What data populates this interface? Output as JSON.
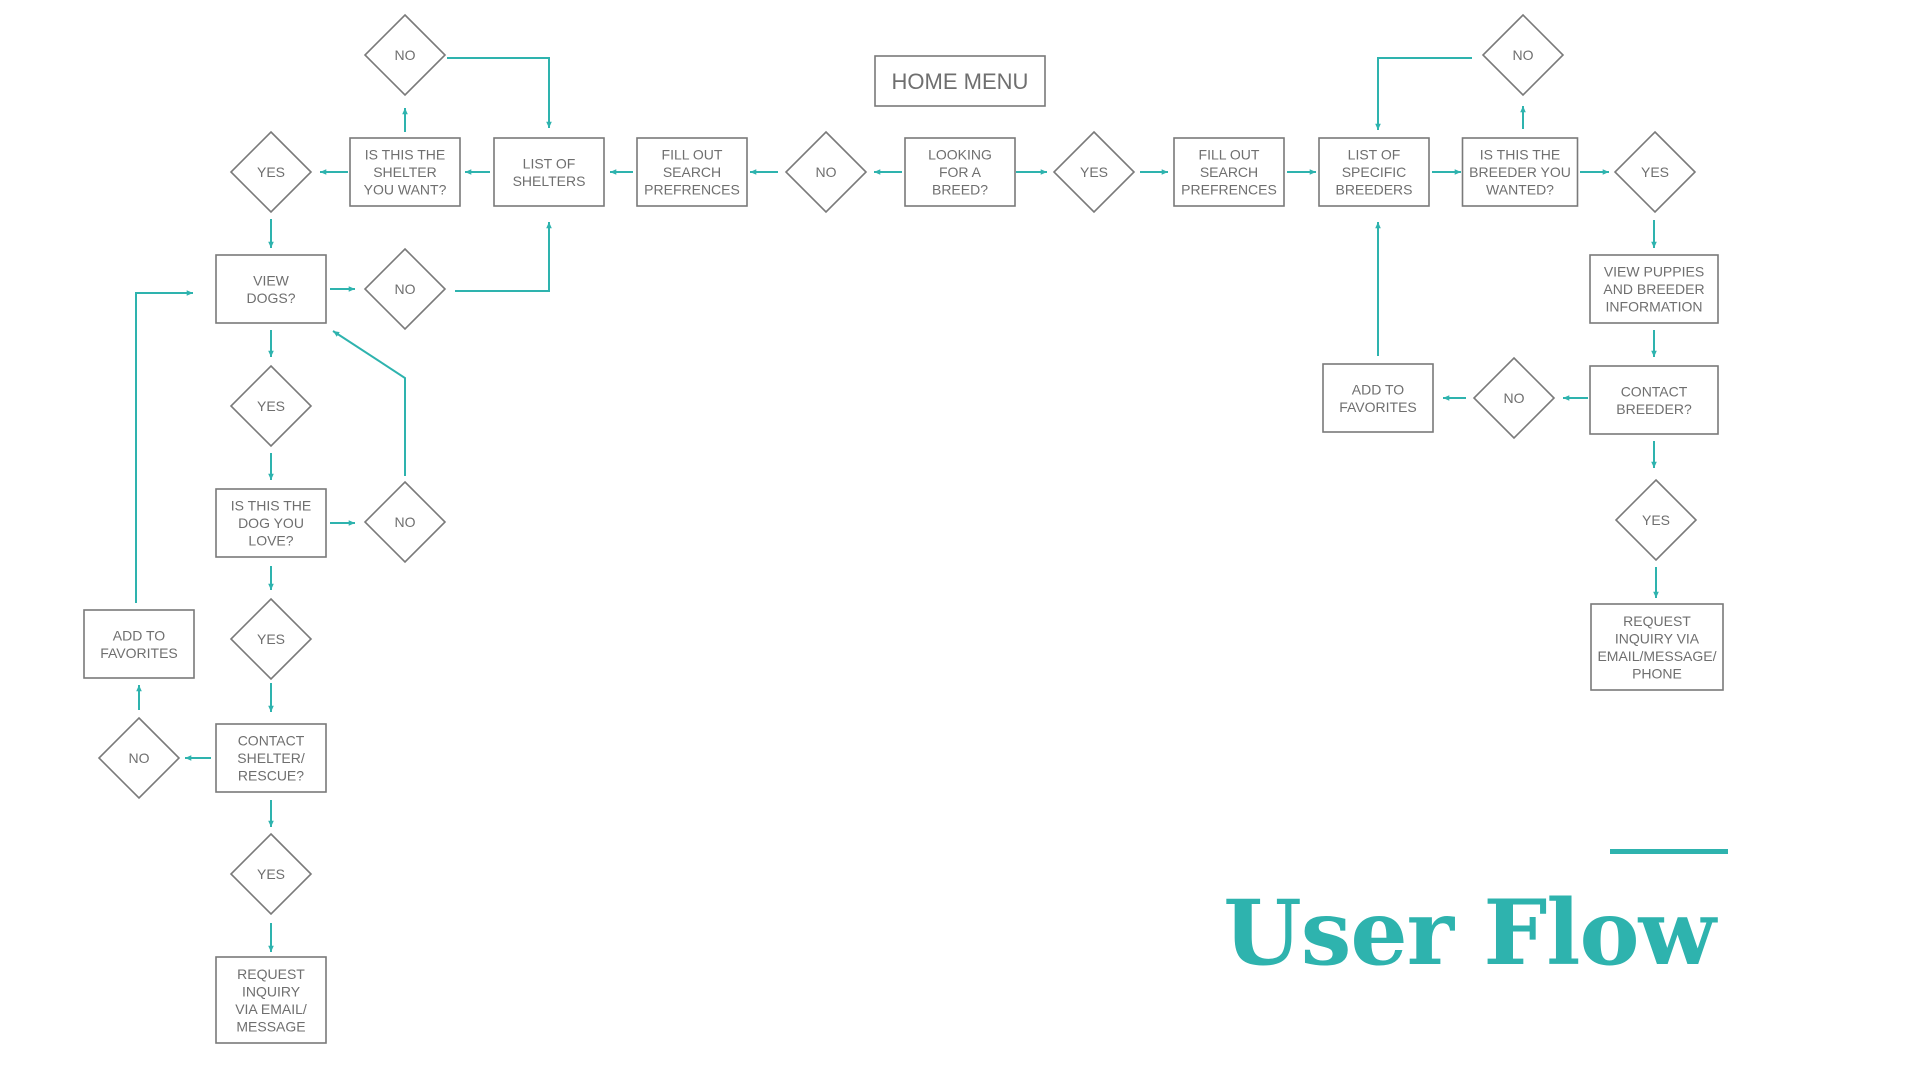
{
  "colors": {
    "accent": "#2eb3ae",
    "node_border": "#7a7a7a",
    "node_text": "#6f6f6f"
  },
  "title": "User Flow",
  "nodes": {
    "home_menu": [
      "HOME MENU"
    ],
    "looking_for_breed": [
      "LOOKING",
      "FOR A",
      "BREED?"
    ],
    "no_main": [
      "NO"
    ],
    "yes_main": [
      "YES"
    ],
    "fill_search_left": [
      "FILL OUT",
      "SEARCH",
      "PREFRENCES"
    ],
    "list_shelters": [
      "LIST OF",
      "SHELTERS"
    ],
    "is_shelter": [
      "IS THIS THE",
      "SHELTER",
      "YOU WANT?"
    ],
    "no_shelter": [
      "NO"
    ],
    "yes_shelter": [
      "YES"
    ],
    "view_dogs": [
      "VIEW",
      "DOGS?"
    ],
    "no_view_dogs": [
      "NO"
    ],
    "yes_view_dogs": [
      "YES"
    ],
    "is_dog_love": [
      "IS THIS THE",
      "DOG YOU",
      "LOVE?"
    ],
    "no_dog_love": [
      "NO"
    ],
    "yes_dog_love": [
      "YES"
    ],
    "contact_shelter": [
      "CONTACT",
      "SHELTER/",
      "RESCUE?"
    ],
    "no_contact_shelter": [
      "NO"
    ],
    "add_favorites_left": [
      "ADD TO",
      "FAVORITES"
    ],
    "yes_contact_shelter": [
      "YES"
    ],
    "request_left": [
      "REQUEST",
      "INQUIRY",
      "VIA EMAIL/",
      "MESSAGE"
    ],
    "fill_search_right": [
      "FILL OUT",
      "SEARCH",
      "PREFRENCES"
    ],
    "list_breeders": [
      "LIST OF",
      "SPECIFIC",
      "BREEDERS"
    ],
    "is_breeder": [
      "IS THIS THE",
      "BREEDER YOU",
      "WANTED?"
    ],
    "no_breeder": [
      "NO"
    ],
    "yes_breeder": [
      "YES"
    ],
    "view_puppies": [
      "VIEW PUPPIES",
      "AND BREEDER",
      "INFORMATION"
    ],
    "contact_breeder": [
      "CONTACT",
      "BREEDER?"
    ],
    "no_contact_breeder": [
      "NO"
    ],
    "add_favorites_right": [
      "ADD TO",
      "FAVORITES"
    ],
    "yes_contact_breeder": [
      "YES"
    ],
    "request_right": [
      "REQUEST",
      "INQUIRY VIA",
      "EMAIL/MESSAGE/",
      "PHONE"
    ]
  }
}
